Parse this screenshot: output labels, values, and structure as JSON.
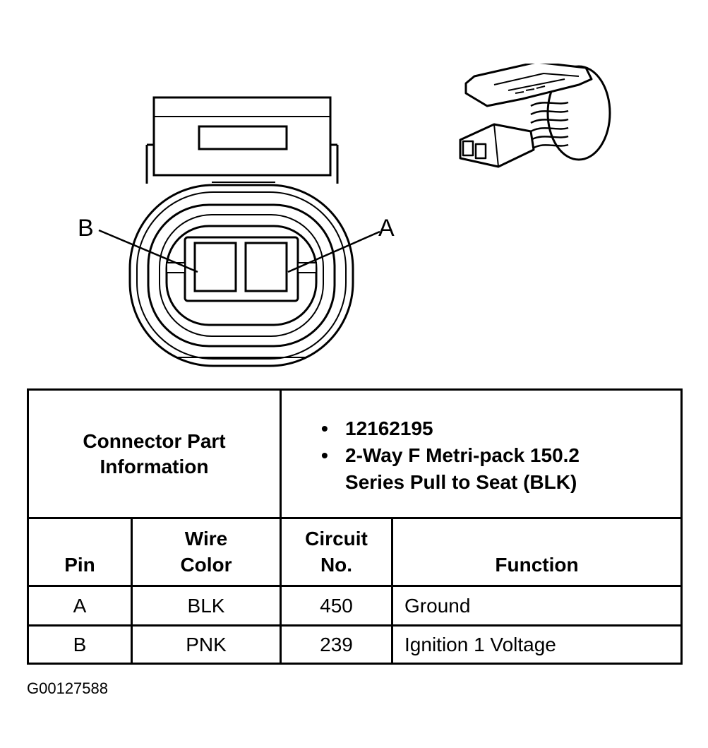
{
  "diagram": {
    "pin_labels": {
      "b": "B",
      "a": "A"
    }
  },
  "connector_info": {
    "heading": "Connector Part Information",
    "part_details": [
      "12162195",
      "2-Way F Metri-pack 150.2 Series Pull to Seat (BLK)"
    ]
  },
  "pin_table": {
    "headers": {
      "pin": "Pin",
      "wire_color": "Wire Color",
      "circuit_no": "Circuit No.",
      "function": "Function"
    },
    "rows": [
      {
        "pin": "A",
        "wire_color": "BLK",
        "circuit_no": "450",
        "function": "Ground"
      },
      {
        "pin": "B",
        "wire_color": "PNK",
        "circuit_no": "239",
        "function": "Ignition 1 Voltage"
      }
    ]
  },
  "figure_id": "G00127588"
}
